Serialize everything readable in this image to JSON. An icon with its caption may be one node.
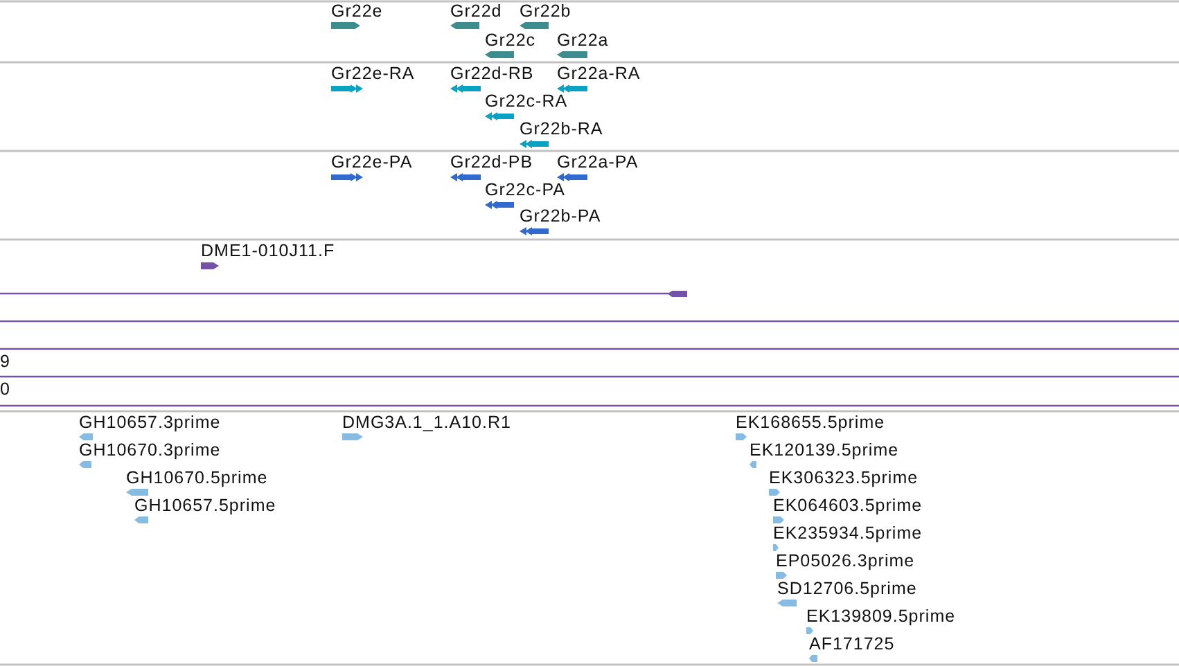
{
  "diagram": {
    "labels": [
      "Gr22e",
      "Gr22d",
      "Gr22b",
      "Gr22c",
      "Gr22a",
      "Gr22e-RA",
      "Gr22d-RB",
      "Gr22a-RA",
      "Gr22c-RA",
      "Gr22b-RA",
      "Gr22e-PA",
      "Gr22d-PB",
      "Gr22a-PA",
      "Gr22c-PA",
      "Gr22b-PA",
      "DME1-010J11.F",
      "9",
      "0",
      "GH10657.3prime",
      "DMG3A.1_1.A10.R1",
      "EK168655.5prime",
      "GH10670.3prime",
      "EK120139.5prime",
      "GH10670.5prime",
      "EK306323.5prime",
      "GH10657.5prime",
      "EK064603.5prime",
      "EK235934.5prime",
      "EP05026.3prime",
      "SD12706.5prime",
      "EK139809.5prime",
      "AF171725"
    ]
  }
}
